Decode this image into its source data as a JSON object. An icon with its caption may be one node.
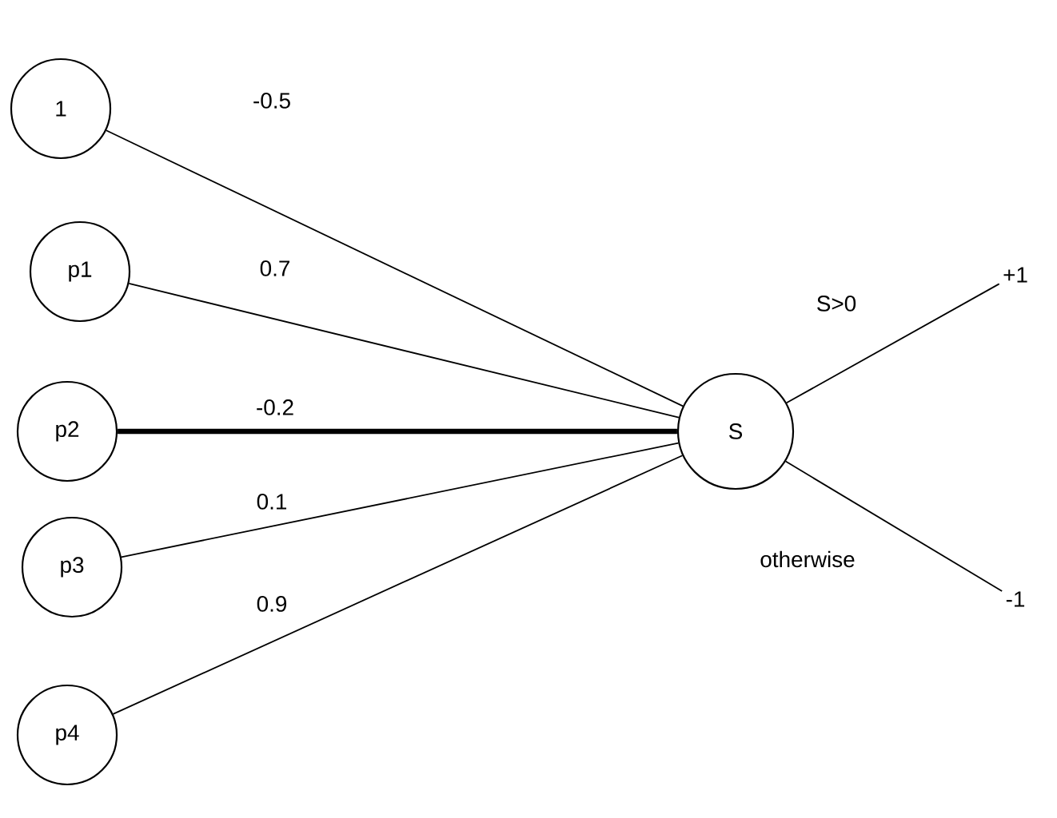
{
  "diagram": {
    "nodes": [
      {
        "text": [
          "1"
        ]
      },
      {
        "text": [
          "p1"
        ]
      },
      {
        "text": [
          "p2"
        ]
      },
      {
        "text": [
          "p3"
        ]
      },
      {
        "text": [
          "p4"
        ]
      },
      {
        "text": [
          "S"
        ]
      },
      {
        "text": [
          "+1"
        ]
      },
      {
        "text": [
          "-1"
        ]
      }
    ],
    "edges": [
      {
        "from": 0,
        "to": 5,
        "arrow": "none",
        "label": "-0.5"
      },
      {
        "from": 1,
        "to": 5,
        "arrow": "none",
        "label": "0.7"
      },
      {
        "from": 2,
        "to": 5,
        "arrow": "none",
        "label": "-0.2",
        "style": "thick"
      },
      {
        "from": 3,
        "to": 5,
        "arrow": "none",
        "label": "0.1"
      },
      {
        "from": 4,
        "to": 5,
        "arrow": "none",
        "label": "0.9"
      },
      {
        "from": 5,
        "to": 6,
        "arrow": "none",
        "label": "S>0"
      },
      {
        "from": 5,
        "to": 7,
        "arrow": "none",
        "label": "otherwise"
      }
    ]
  }
}
